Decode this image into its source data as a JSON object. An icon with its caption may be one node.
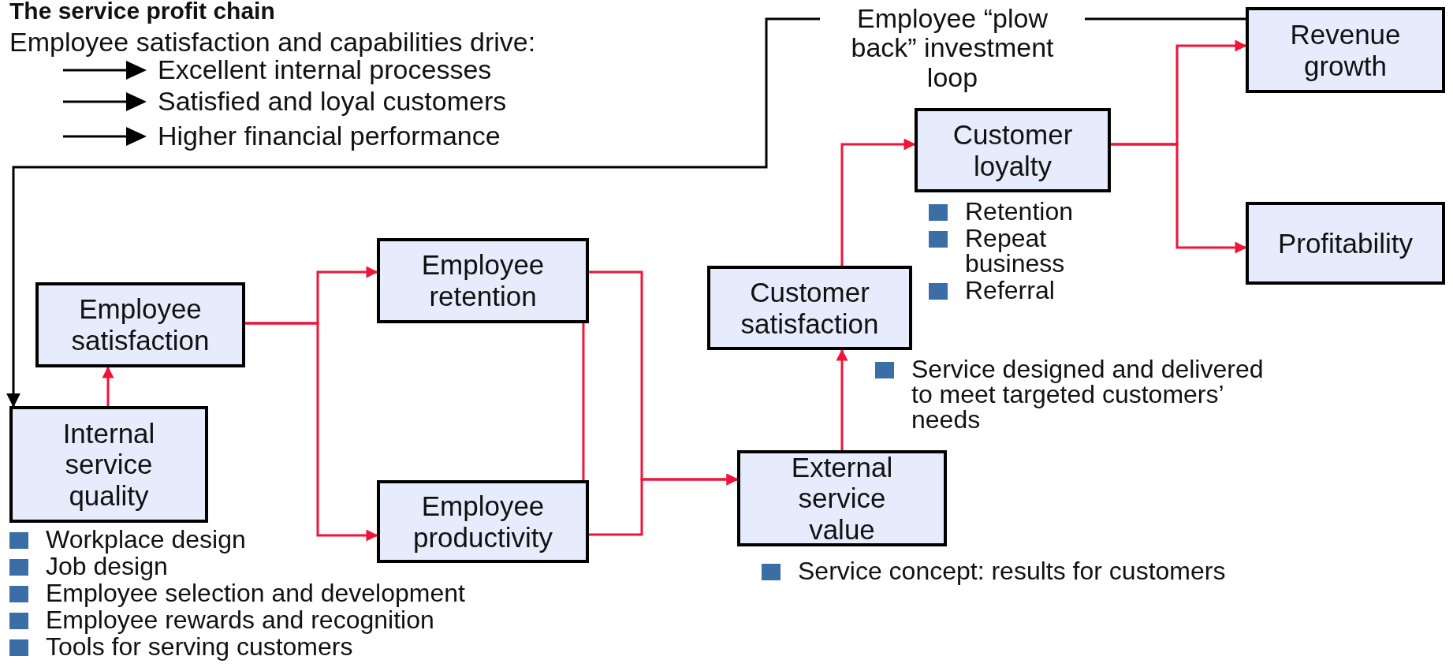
{
  "diagram": {
    "title": "The service profit chain",
    "nodes": [
      {
        "text": [
          "Employee satisfaction"
        ]
      },
      {
        "text": [
          "Internal service quality"
        ],
        "beside": [
          "Workplace design",
          "Job design",
          "Employee selection and development",
          "Employee rewards and recognition",
          "Tools for serving customers"
        ]
      },
      {
        "text": [
          "Employee retention"
        ]
      },
      {
        "text": [
          "Employee productivity"
        ]
      },
      {
        "text": [
          "Customer satisfaction"
        ],
        "beside": [
          "Service designed and delivered to meet targeted customers’ needs"
        ]
      },
      {
        "text": [
          "External service value"
        ],
        "beside": [
          "Service concept: results for customers"
        ]
      },
      {
        "text": [
          "Customer loyalty"
        ],
        "beside": [
          "Retention",
          "Repeat business",
          "Referral"
        ]
      },
      {
        "text": [
          "Revenue growth"
        ]
      },
      {
        "text": [
          "Profitability"
        ]
      }
    ],
    "edges": [
      {
        "from": 1,
        "to": 0,
        "arrow": "to"
      },
      {
        "from": 0,
        "to": 2,
        "arrow": "to"
      },
      {
        "from": 0,
        "to": 3,
        "arrow": "to"
      },
      {
        "from": 2,
        "to": 5,
        "arrow": "to"
      },
      {
        "from": 3,
        "to": 5,
        "arrow": "to"
      },
      {
        "from": 2,
        "to": 3,
        "arrow": "none"
      },
      {
        "from": 5,
        "to": 4,
        "arrow": "to"
      },
      {
        "from": 4,
        "to": 6,
        "arrow": "to"
      },
      {
        "from": 6,
        "to": 7,
        "arrow": "to"
      },
      {
        "from": 6,
        "to": 8,
        "arrow": "to"
      },
      {
        "from": 7,
        "to": 1,
        "arrow": "to",
        "label": "Employee “plow back” investment loop",
        "color": "#000000"
      }
    ],
    "labels": [
      "Employee satisfaction and capabilities drive:",
      "Excellent internal processes",
      "Satisfied and loyal customers",
      "Higher financial performance"
    ]
  }
}
